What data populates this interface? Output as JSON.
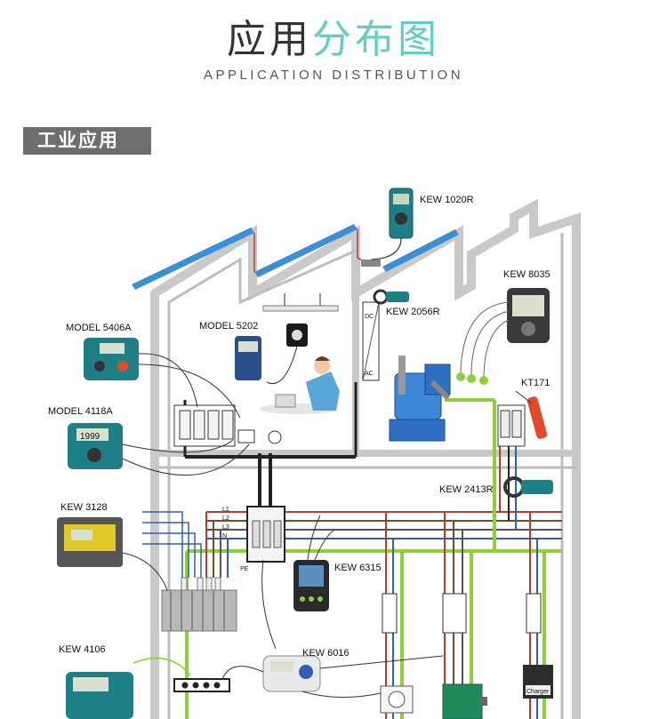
{
  "header": {
    "title_part1": "应用",
    "title_part2": "分布图",
    "subtitle": "APPLICATION DISTRIBUTION",
    "accent_color": "#5fcfc4"
  },
  "section": {
    "label": "工业应用"
  },
  "devices": {
    "kew1020r": "KEW 1020R",
    "kew8035": "KEW 8035",
    "kew2056r": "KEW 2056R",
    "model5406a": "MODEL 5406A",
    "model5202": "MODEL 5202",
    "kt171": "KT171",
    "model4118a": "MODEL 4118A",
    "kew2413r": "KEW 2413R",
    "kew3128": "KEW 3128",
    "kew6315": "KEW 6315",
    "kew4106": "KEW 4106",
    "kew6016": "KEW 6016"
  },
  "diagram": {
    "dc": "DC",
    "ac": "AC",
    "l1": "L1",
    "l2": "L2",
    "l3": "L3",
    "n": "N",
    "pe": "PE",
    "charger": "Charger",
    "meter_reading": "1999"
  },
  "colors": {
    "wall": "#cfcfcf",
    "ground_wire": "#8cd13a",
    "solar": "#3a8fd6",
    "l1": "#c0392b",
    "l2": "#7a4a2a",
    "l3": "#555555",
    "n": "#2f5fb8"
  }
}
